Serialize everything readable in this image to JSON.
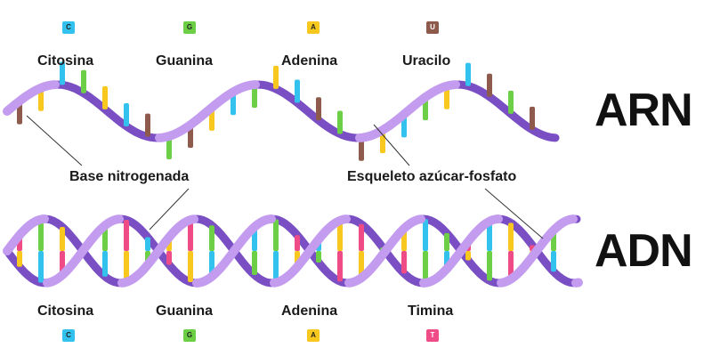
{
  "colors": {
    "cytosine": "#33c2ee",
    "guanine": "#6ccf45",
    "adenine": "#f8c81e",
    "uracil": "#8e5a4c",
    "thymine": "#ef4b86",
    "backbone_back": "#7a4fc4",
    "backbone_front": "#c39cf0"
  },
  "rna": {
    "title": "ARN",
    "legend": [
      {
        "letter": "C",
        "name": "Citosina",
        "base": "cytosine"
      },
      {
        "letter": "G",
        "name": "Guanina",
        "base": "guanine"
      },
      {
        "letter": "A",
        "name": "Adenina",
        "base": "adenine"
      },
      {
        "letter": "U",
        "name": "Uracilo",
        "base": "uracil"
      }
    ]
  },
  "dna": {
    "title": "ADN",
    "legend": [
      {
        "letter": "C",
        "name": "Citosina",
        "base": "cytosine"
      },
      {
        "letter": "G",
        "name": "Guanina",
        "base": "guanine"
      },
      {
        "letter": "A",
        "name": "Adenina",
        "base": "adenine"
      },
      {
        "letter": "T",
        "name": "Timina",
        "base": "thymine"
      }
    ]
  },
  "annotations": {
    "base": "Base nitrogenada",
    "backbone": "Esqueleto azúcar-fosfato"
  }
}
